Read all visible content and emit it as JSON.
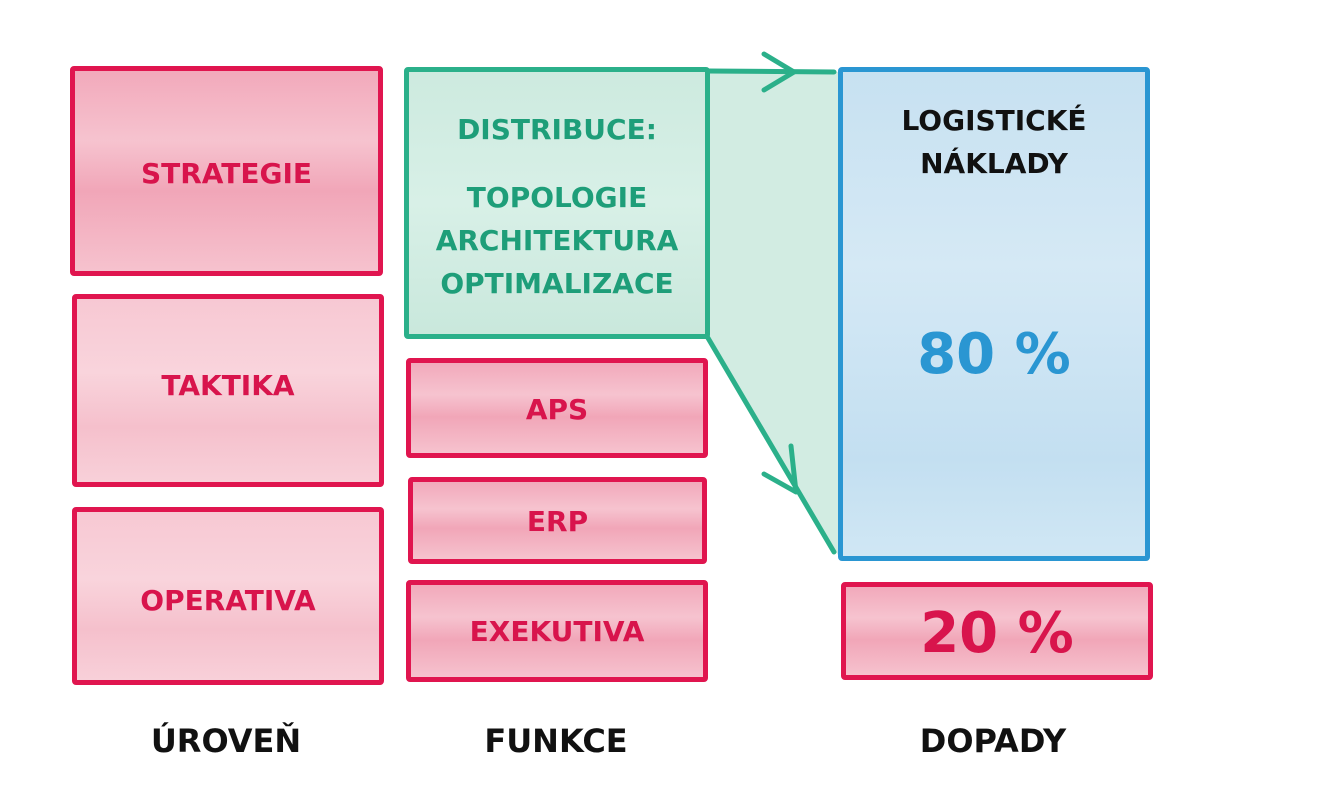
{
  "levels": {
    "strategy": "STRATEGIE",
    "tactics": "TAKTIKA",
    "operations": "OPERATIVA"
  },
  "functions": {
    "distribution_title": "DISTRIBUCE:",
    "distribution_items": [
      "TOPOLOGIE",
      "ARCHITEKTURA",
      "OPTIMALIZACE"
    ],
    "aps": "APS",
    "erp": "ERP",
    "execution": "EXEKUTIVA"
  },
  "impacts": {
    "logistics_title_line1": "LOGISTICKÉ",
    "logistics_title_line2": "NÁKLADY",
    "logistics_share": "80 %",
    "rest_share": "20 %"
  },
  "columns": {
    "level": "ÚROVEŇ",
    "function": "FUNKCE",
    "impact": "DOPADY"
  },
  "colors": {
    "pink": "#e0154f",
    "green": "#2bb08a",
    "blue": "#2a96d2"
  }
}
